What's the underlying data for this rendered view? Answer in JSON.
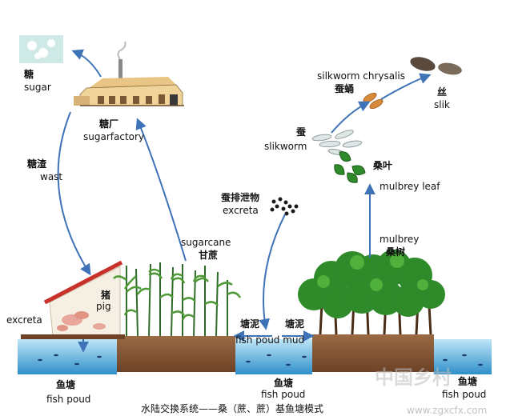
{
  "labels": {
    "sugar_zh": "糖",
    "sugar_en": "sugar",
    "sugarfactory_zh": "糖厂",
    "sugarfactory_en": "sugarfactory",
    "waste_zh": "糖渣",
    "waste_en": "wast",
    "sugarcane_en": "sugarcane",
    "sugarcane_zh": "甘蔗",
    "pig_zh": "猪",
    "pig_en": "pig",
    "excreta_left": "excreta",
    "chrysalis_en": "silkworm chrysalis",
    "chrysalis_zh": "蚕蛹",
    "silk_zh": "丝",
    "silk_en": "slik",
    "silkworm_zh": "蚕",
    "silkworm_en": "slikworm",
    "leaf_zh": "桑叶",
    "leaf_en": "mulbrey leaf",
    "silkworm_excreta_zh": "蚕排泄物",
    "silkworm_excreta_en": "excreta",
    "mulberry_en": "mulbrey",
    "mulberry_zh": "桑树",
    "mud_left_zh": "塘泥",
    "mud_right_zh": "塘泥",
    "fishpond_mud_en": "fish poud mud",
    "pond_left_zh": "鱼塘",
    "pond_left_en": "fish poud",
    "pond_mid_zh": "鱼塘",
    "pond_mid_en": "fish poud",
    "pond_right_zh": "鱼塘",
    "pond_right_en": "fish poud"
  },
  "caption": "水陆交换系统——桑（蔗、蔗）基鱼塘模式",
  "watermark": {
    "main": "中国乡村",
    "url": "www.zgxcfx.com"
  },
  "colors": {
    "arrow": "#3f73b8",
    "soil": "#8a5a3a",
    "water": "#3aa0d8",
    "tree": "#2f8a2a",
    "roof": "#c8302a"
  }
}
